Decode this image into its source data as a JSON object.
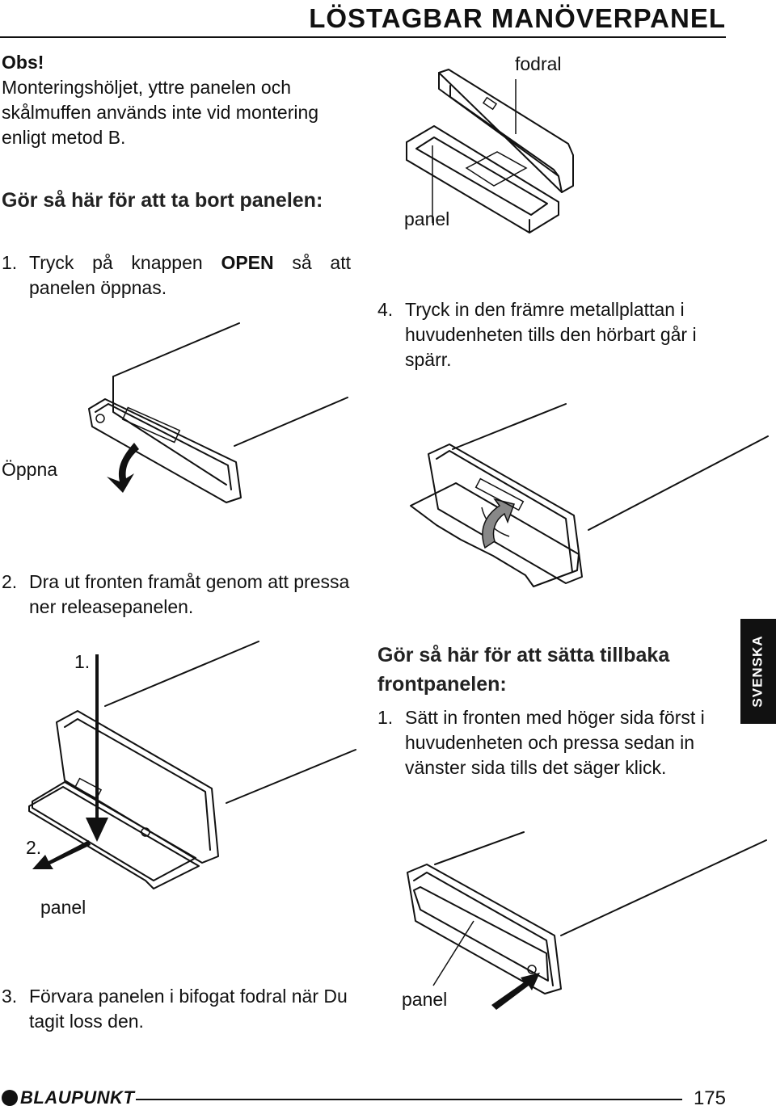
{
  "header": {
    "title": "LÖSTAGBAR MANÖVERPANEL"
  },
  "note": {
    "label": "Obs!",
    "text": "Monteringshöljet, yttre panelen och skålmuffen används inte vid montering enligt metod B."
  },
  "remove": {
    "heading": "Gör så här för att ta bort panelen:",
    "step1": {
      "num": "1.",
      "pre": "Tryck på knappen ",
      "key": "OPEN",
      "post": " så att panelen öppnas."
    },
    "step2": {
      "num": "2.",
      "text": "Dra ut fronten framåt genom att pressa ner releasepanelen."
    },
    "step3": {
      "num": "3.",
      "text": "Förvara panelen i bifogat fodral när Du tagit loss den."
    },
    "step4": {
      "num": "4.",
      "text": "Tryck in den främre metallplattan i huvudenheten tills den hörbart går i spärr."
    }
  },
  "attach": {
    "heading": "Gör så här för att sätta tillbaka frontpanelen:",
    "step1": {
      "num": "1.",
      "text": "Sätt in fronten med höger sida först i huvudenheten och pressa sedan in vänster sida tills det säger klick."
    }
  },
  "figures": {
    "case_label": "fodral",
    "case_panel_label": "panel",
    "open_label": "Öppna",
    "release_num1": "1.",
    "release_num2": "2.",
    "release_panel_label": "panel",
    "attach_panel_label": "panel"
  },
  "side_tab": "SVENSKA",
  "footer": {
    "brand": "BLAUPUNKT",
    "page": "175"
  }
}
